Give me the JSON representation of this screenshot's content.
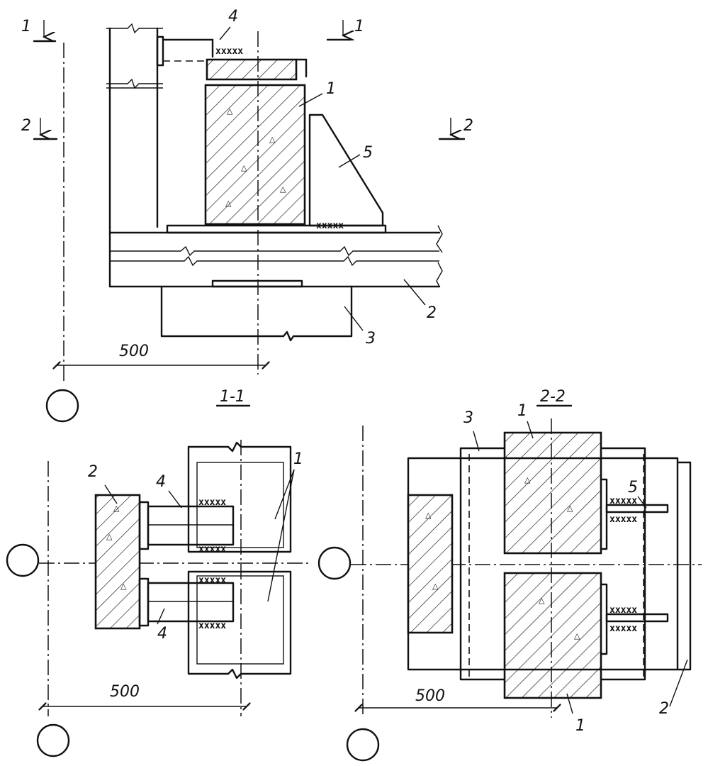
{
  "section_marks": {
    "s1_left": "1",
    "s1_right": "1",
    "s2_left": "2",
    "s2_right": "2"
  },
  "elevation": {
    "dimension": "500",
    "callouts": {
      "c1": "1",
      "c2": "2",
      "c3": "3",
      "c4": "4",
      "c5": "5"
    }
  },
  "section_1_1": {
    "title": "1-1",
    "dimension": "500",
    "callouts": {
      "c1": "1",
      "c2": "2",
      "c4a": "4",
      "c4b": "4"
    }
  },
  "section_2_2": {
    "title": "2-2",
    "dimension": "500",
    "callouts": {
      "c1a": "1",
      "c1b": "1",
      "c2": "2",
      "c3": "3",
      "c5": "5"
    }
  },
  "weld_symbol": "xxxxx",
  "aggregate_symbol": "△"
}
